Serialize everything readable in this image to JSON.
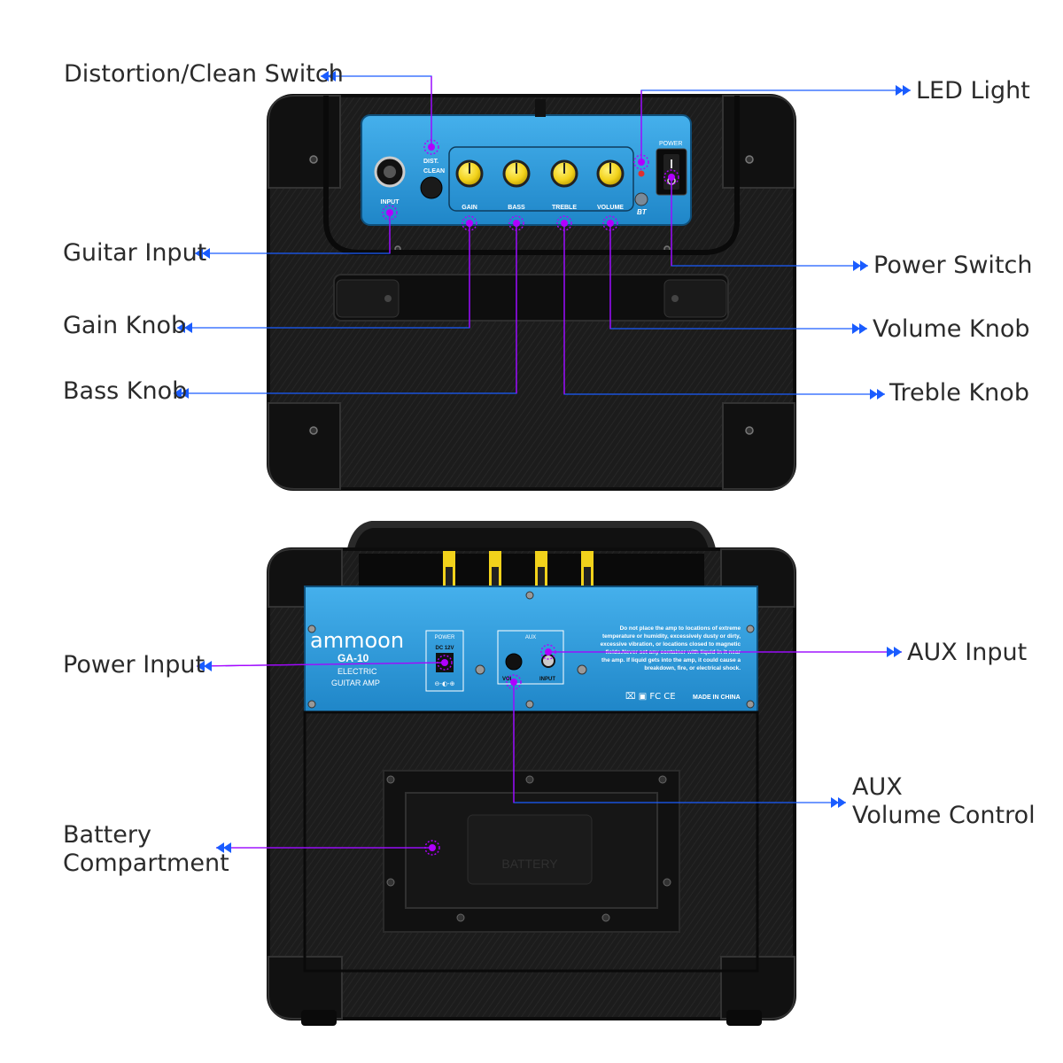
{
  "colors": {
    "panel_blue": "#2f9ad8",
    "leader_blue": "#1a5cff",
    "marker_purple": "#b000ff",
    "knob_yellow": "#f2d21b",
    "cabinet": "#1b1b1b"
  },
  "top_panel": {
    "input": "INPUT",
    "dist": "DIST.",
    "clean": "CLEAN",
    "power": "POWER",
    "bt": "BT",
    "knobs": [
      "GAIN",
      "BASS",
      "TREBLE",
      "VOLUME"
    ]
  },
  "back_panel": {
    "brand": "ammoon",
    "model": "GA-10",
    "line1": "ELECTRIC",
    "line2": "GUITAR AMP",
    "power_title": "POWER",
    "dc": "DC 12V",
    "aux_title": "AUX",
    "vol": "VOL",
    "input": "INPUT",
    "warning": "Do not place the amp to locations of extreme temperature or humidity, excessively dusty or dirty, excessive vibration, or locations closed to magnetic fields.Never set any container with liquid in it near the amp. If liquid gets into the amp, it could cause a breakdown, fire, or electrical shock.",
    "made_in": "MADE IN CHINA",
    "battery": "BATTERY"
  },
  "labels": {
    "distortion_clean_switch": "Distortion/Clean Switch",
    "guitar_input": "Guitar Input",
    "gain_knob": "Gain Knob",
    "bass_knob": "Bass Knob",
    "led_light": "LED Light",
    "power_switch": "Power Switch",
    "volume_knob": "Volume Knob",
    "treble_knob": "Treble Knob",
    "power_input": "Power Input",
    "aux_input": "AUX Input",
    "aux_volume_control": "AUX\nVolume Control",
    "battery_compartment": "Battery\nCompartment"
  }
}
